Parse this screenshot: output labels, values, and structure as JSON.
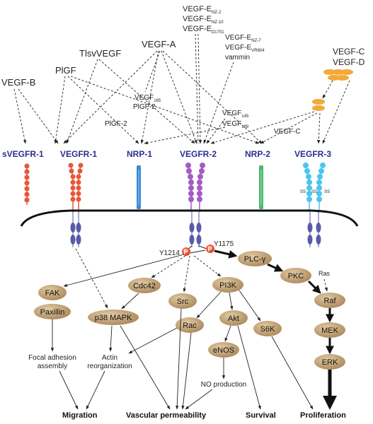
{
  "ligands": {
    "vegf_e_variants_top": [
      "VEGF-E",
      "VEGF-E",
      "VEGF-E"
    ],
    "vegf_e_top_subscripts": [
      "NZ-2",
      "NZ-10",
      "D1701"
    ],
    "vegf_a": "VEGF-A",
    "vegf_e_variants_right": [
      "VEGF-E",
      "VEGF-E",
      "vammin"
    ],
    "vegf_e_right_subscripts": [
      "NZ-7",
      "VR604"
    ],
    "tlsvvegf": "TlsvVEGF",
    "plgf": "PlGF",
    "vegf_b": "VEGF-B",
    "vegf_c": "VEGF-C",
    "vegf_d": "VEGF-D",
    "vegf_165_base": "VEGF",
    "vegf_165_sub": "165",
    "vegf_145_base": "VEGF",
    "vegf_145_sub": "145",
    "vegf_189_base": "VEGF",
    "vegf_189_sub": "189",
    "plgf_2a": "PlGF-2",
    "plgf_2b": "PlGF-2",
    "vegf_c_processed": "VEGF-C"
  },
  "receptors": [
    "sVEGFR-1",
    "VEGFR-1",
    "NRP-1",
    "VEGFR-2",
    "NRP-2",
    "VEGFR-3"
  ],
  "ss_label": "SS",
  "phospho": {
    "y1214": "Y1214",
    "y1175": "Y1175",
    "p": "P"
  },
  "nodes": {
    "plc": "PLC-γ",
    "pkc": "PKC",
    "ras": "Ras",
    "raf": "Raf",
    "mek": "MEK",
    "erk": "ERK",
    "fak": "FAK",
    "paxillin": "Paxillin",
    "cdc42": "Cdc42",
    "p38": "p38 MAPK",
    "src": "Src",
    "pi3k": "PI3K",
    "rac": "Rac",
    "akt": "Akt",
    "s6k": "S6K",
    "enos": "eNOS"
  },
  "processes": {
    "focal_1": "Focal adhesion",
    "focal_2": "assembly",
    "actin_1": "Actin",
    "actin_2": "reorganization",
    "no_production": "NO production"
  },
  "outcomes": {
    "migration": "Migration",
    "permeability": "Vascular permeability",
    "survival": "Survival",
    "proliferation": "Proliferation"
  },
  "colors": {
    "receptor_label": "#2d2d8f",
    "svegfr1": "#e8573a",
    "vegfr1": "#e8573a",
    "nrp1": "#3a8ad6",
    "vegfr2": "#a25cc6",
    "nrp2": "#49b86a",
    "vegfr3": "#4ac6ee",
    "tm_domain": "#5a5aa8",
    "node_fill": "#c9a87a",
    "phospho": "#e84a2a",
    "vegf_cd": "#f3a93a"
  }
}
